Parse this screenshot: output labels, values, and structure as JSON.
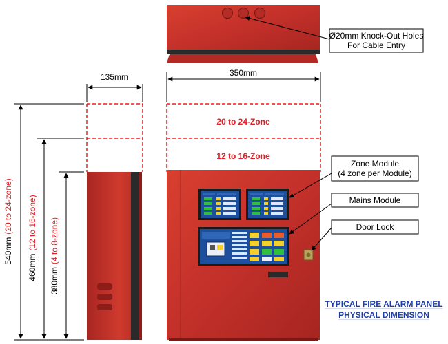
{
  "colors": {
    "panel_red": "#c8302a",
    "panel_red_dark": "#8e1d19",
    "zone_outline_red": "#e31e24",
    "title_blue": "#1f3fa8",
    "module_blue": "#1d4f9c",
    "led_green": "#2fbf3a",
    "led_yellow": "#f3d02b"
  },
  "labels": {
    "knockout_line1": "Ø20mm Knock-Out Holes",
    "knockout_line2": "For Cable Entry",
    "width_side": "135mm",
    "width_front": "350mm",
    "zone_24": "20 to 24-Zone",
    "zone_16": "12 to 16-Zone",
    "zone_module_line1": "Zone Module",
    "zone_module_line2": "(4 zone per Module)",
    "mains_module": "Mains Module",
    "door_lock": "Door Lock",
    "height_540": "540mm",
    "height_540_note": "(20 to 24-zone)",
    "height_460": "460mm",
    "height_460_note": "(12 to 16-zone)",
    "height_380": "380mm",
    "height_380_note": "(4 to 8-zone)",
    "title_line1": "TYPICAL FIRE ALARM PANEL",
    "title_line2": "PHYSICAL DIMENSION"
  },
  "icons": [
    "lock-icon",
    "arrow-icon"
  ]
}
